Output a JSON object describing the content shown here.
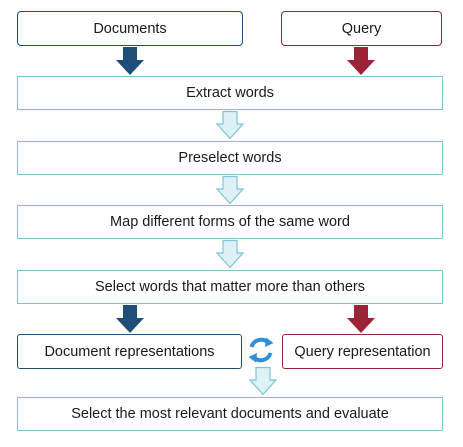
{
  "diagram": {
    "top": {
      "documents_label": "Documents",
      "query_label": "Query"
    },
    "steps": [
      "Extract words",
      "Preselect words",
      "Map different forms of the same word",
      "Select words that matter more than others"
    ],
    "representations": {
      "document_label": "Document representations",
      "query_label": "Query representation"
    },
    "final_step": "Select the most relevant documents and evaluate"
  },
  "colors": {
    "document_blue": "#1f4e79",
    "query_red": "#9b2335",
    "step_border": "#7ec4d8",
    "step_arrow_fill": "#ddf1f6",
    "cycle_blue": "#2f8fd8"
  },
  "icons": {
    "documents_arrow": "down-arrow-icon",
    "query_arrow": "down-arrow-icon",
    "step_arrow": "down-arrow-icon",
    "refresh": "refresh-cycle-icon"
  }
}
